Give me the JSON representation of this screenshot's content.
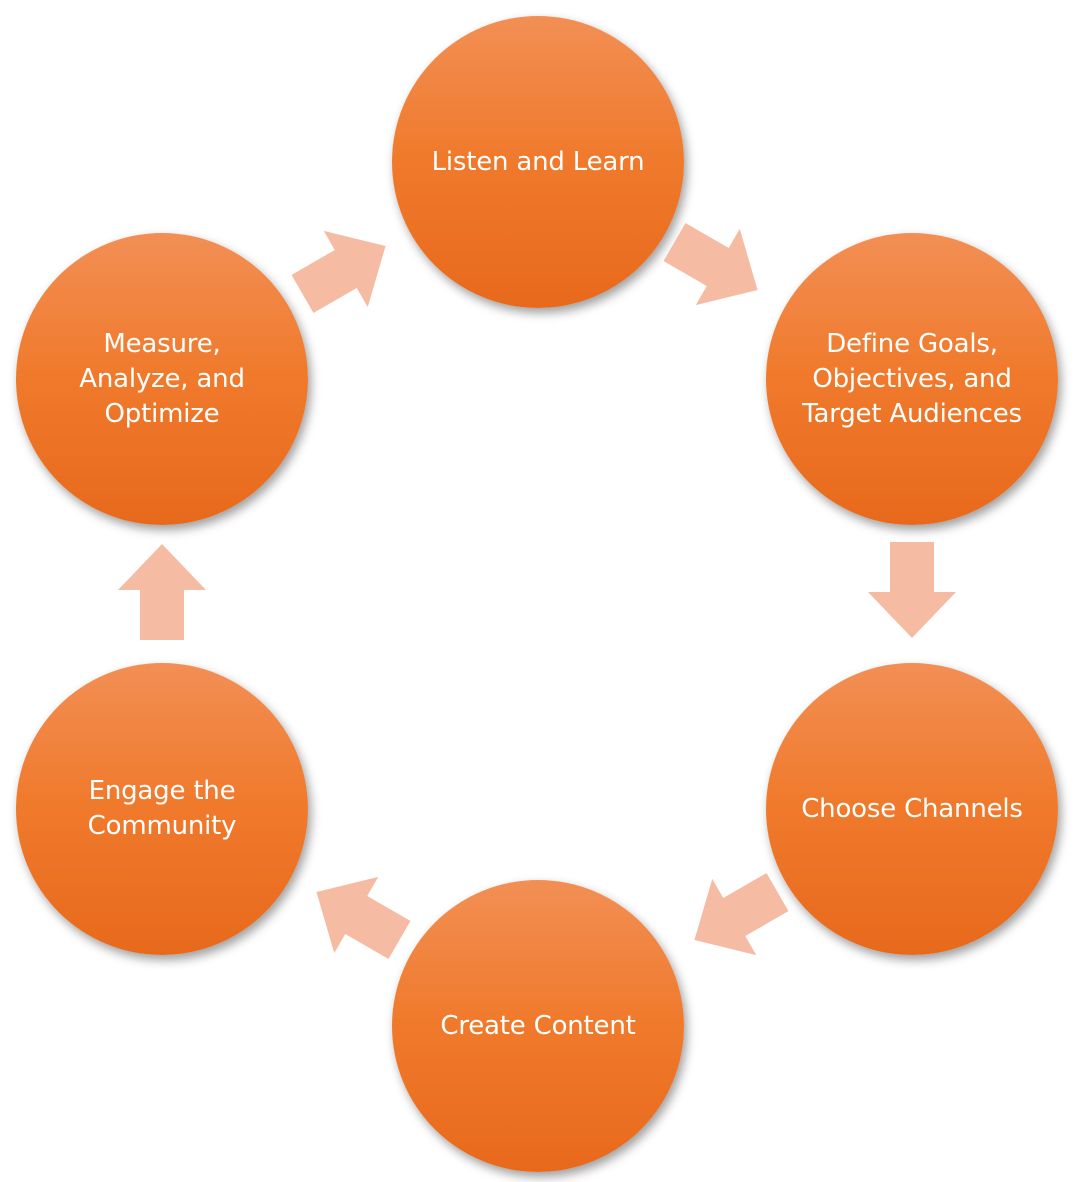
{
  "colors": {
    "node_top": "#f28f55",
    "node_mid": "#f07a2c",
    "node_bottom": "#e8691c",
    "arrow": "#f6bca3",
    "text": "#ffffff",
    "background": "#ffffff"
  },
  "stages": [
    {
      "label": "Listen and Learn"
    },
    {
      "label": "Define Goals, Objectives, and Target Audiences"
    },
    {
      "label": "Choose Channels"
    },
    {
      "label": "Create Content"
    },
    {
      "label": "Engage the Community"
    },
    {
      "label": "Measure, Analyze, and Optimize"
    }
  ],
  "arrows": [
    {
      "from": "Listen and Learn",
      "to": "Define Goals, Objectives, and Target Audiences",
      "icon": "arrow-right-down-icon"
    },
    {
      "from": "Define Goals, Objectives, and Target Audiences",
      "to": "Choose Channels",
      "icon": "arrow-down-icon"
    },
    {
      "from": "Choose Channels",
      "to": "Create Content",
      "icon": "arrow-left-down-icon"
    },
    {
      "from": "Create Content",
      "to": "Engage the Community",
      "icon": "arrow-left-up-icon"
    },
    {
      "from": "Engage the Community",
      "to": "Measure, Analyze, and Optimize",
      "icon": "arrow-up-icon"
    },
    {
      "from": "Measure, Analyze, and Optimize",
      "to": "Listen and Learn",
      "icon": "arrow-right-up-icon"
    }
  ]
}
